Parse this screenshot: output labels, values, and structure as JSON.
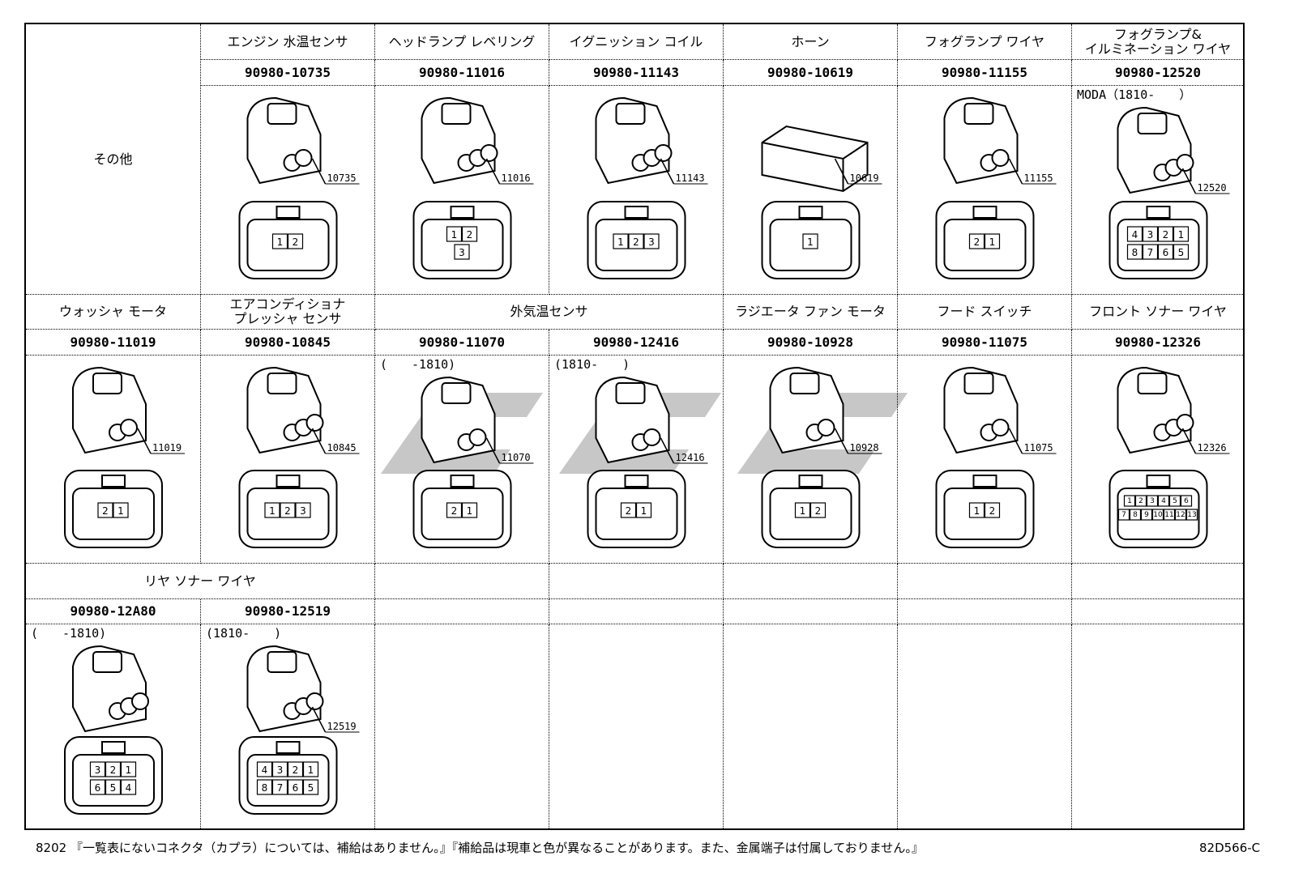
{
  "colors": {
    "line": "#000000",
    "watermark": "#b4b4b4"
  },
  "row1": {
    "group_label": "その他",
    "items": [
      {
        "title": "エンジン 水温センサ",
        "part": "90980-10735",
        "callout": "10735",
        "pins": [
          [
            "1",
            "2"
          ]
        ],
        "shape": "box"
      },
      {
        "title": "ヘッドランプ レベリング",
        "part": "90980-11016",
        "callout": "11016",
        "pins": [
          [
            "1",
            "2"
          ],
          [
            "3"
          ]
        ],
        "shape": "tri"
      },
      {
        "title": "イグニッション コイル",
        "part": "90980-11143",
        "callout": "11143",
        "pins": [
          [
            "1",
            "2",
            "3"
          ]
        ],
        "shape": "round"
      },
      {
        "title": "ホーン",
        "part": "90980-10619",
        "callout": "10619",
        "pins": [
          [
            "1"
          ]
        ],
        "shape": "flat"
      },
      {
        "title": "フォグランプ ワイヤ",
        "part": "90980-11155",
        "callout": "11155",
        "pins": [
          [
            "2",
            "1"
          ]
        ],
        "shape": "box"
      },
      {
        "title": "フォグランプ&\nイルミネーション ワイヤ",
        "part": "90980-12520",
        "note": "MODA（1810-　　）",
        "callout": "12520",
        "pins": [
          [
            "4",
            "3",
            "2",
            "1"
          ],
          [
            "8",
            "7",
            "6",
            "5"
          ]
        ],
        "shape": "round"
      }
    ]
  },
  "row2": {
    "span_title": "外気温センサ",
    "items": [
      {
        "title": "ウォッシャ モータ",
        "part": "90980-11019",
        "callout": "11019",
        "pins": [
          [
            "2",
            "1"
          ]
        ],
        "shape": "round"
      },
      {
        "title": "エアコンディショナ\nプレッシャ センサ",
        "part": "90980-10845",
        "callout": "10845",
        "pins": [
          [
            "1",
            "2",
            "3"
          ]
        ],
        "shape": "box"
      },
      {
        "part": "90980-11070",
        "note": "(　　-1810)",
        "callout": "11070",
        "pins": [
          [
            "2",
            "1"
          ]
        ],
        "shape": "box"
      },
      {
        "part": "90980-12416",
        "note": "(1810-　　)",
        "callout": "12416",
        "pins": [
          [
            "2",
            "1"
          ]
        ],
        "shape": "box"
      },
      {
        "title": "ラジエータ ファン モータ",
        "part": "90980-10928",
        "callout": "10928",
        "pins": [
          [
            "1",
            "2"
          ]
        ],
        "shape": "round"
      },
      {
        "title": "フード スイッチ",
        "part": "90980-11075",
        "callout": "11075",
        "pins": [
          [
            "1",
            "2"
          ]
        ],
        "shape": "box"
      },
      {
        "title": "フロント ソナー ワイヤ",
        "part": "90980-12326",
        "callout": "12326",
        "pins": [
          [
            "1",
            "2",
            "3",
            "4",
            "5",
            "6"
          ],
          [
            "7",
            "8",
            "9",
            "10",
            "11",
            "12",
            "13"
          ]
        ],
        "shape": "round"
      }
    ]
  },
  "row3": {
    "span_title": "リヤ ソナー ワイヤ",
    "items": [
      {
        "part": "90980-12A80",
        "note": "(　　-1810)",
        "pins": [
          [
            "3",
            "2",
            "1"
          ],
          [
            "6",
            "5",
            "4"
          ]
        ],
        "shape": "round"
      },
      {
        "part": "90980-12519",
        "note": "(1810-　　)",
        "callout": "12519",
        "pins": [
          [
            "4",
            "3",
            "2",
            "1"
          ],
          [
            "8",
            "7",
            "6",
            "5"
          ]
        ],
        "shape": "box"
      }
    ]
  },
  "footer": {
    "page": "8202",
    "text": "『一覧表にないコネクタ（カプラ）については、補給はありません。』『補給品は現車と色が異なることがあります。また、金属端子は付属しておりません。』",
    "code": "82D566-C"
  }
}
